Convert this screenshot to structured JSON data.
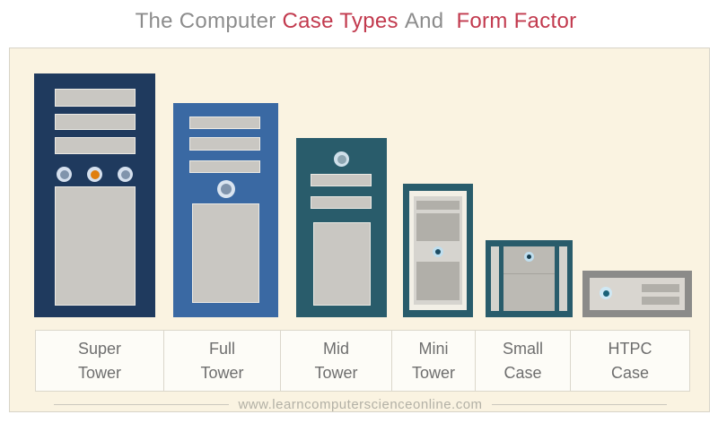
{
  "title": {
    "part1": "The Computer",
    "part2": "Case Types",
    "part3": "And",
    "part4": "Form Factor",
    "gray_color": "#8c8c8c",
    "red_color": "#c23a4e"
  },
  "panel": {
    "background_color": "#faf3e1",
    "border_color": "#d8d4c8"
  },
  "cases": [
    {
      "name": "Super Tower",
      "label_top": "Super",
      "label_bottom": "Tower",
      "body_color": "#1f3a5e",
      "drive_bays": 3,
      "buttons": [
        "#8094ac",
        "#e07e0e",
        "#8094ac"
      ]
    },
    {
      "name": "Full Tower",
      "label_top": "Full",
      "label_bottom": "Tower",
      "body_color": "#3a69a3",
      "drive_bays": 3,
      "buttons": [
        "#8094ac"
      ]
    },
    {
      "name": "Mid Tower",
      "label_top": "Mid",
      "label_bottom": "Tower",
      "body_color": "#295c6b",
      "drive_bays": 2,
      "buttons": [
        "#8da6b2"
      ]
    },
    {
      "name": "Mini Tower",
      "label_top": "Mini",
      "label_bottom": "Tower",
      "body_color": "#295c6b",
      "drive_bays": 2,
      "buttons": [
        "#1c4c63"
      ]
    },
    {
      "name": "Small Case",
      "label_top": "Small",
      "label_bottom": "Case",
      "body_color": "#295c6b",
      "drive_bays": 0,
      "buttons": [
        "#143c4f"
      ]
    },
    {
      "name": "HTPC Case",
      "label_top": "HTPC",
      "label_bottom": "Case",
      "body_color": "#8b8b89",
      "drive_bays": 2,
      "buttons": [
        "#1b6278"
      ]
    }
  ],
  "footer": {
    "url": "www.learncomputerscienceonline.com"
  }
}
